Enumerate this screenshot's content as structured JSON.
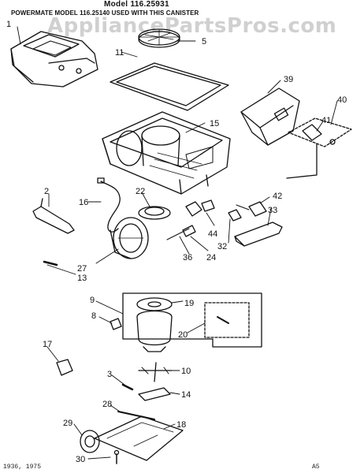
{
  "header": {
    "model_title": "Model 116.25931",
    "subtitle": "POWERMATE MODEL 116.25140 USED WITH THIS CANISTER"
  },
  "watermark": "AppliancePartsPros.com",
  "footer": {
    "left_code": "1936, 1975",
    "right_code": "A5"
  },
  "parts": [
    {
      "id": "handle-cover",
      "label": "1"
    },
    {
      "id": "filter-disc",
      "label": "5"
    },
    {
      "id": "gasket",
      "label": "11"
    },
    {
      "id": "bag-holder",
      "label": "39"
    },
    {
      "id": "bracket",
      "label": "40"
    },
    {
      "id": "screw-41",
      "label": "41"
    },
    {
      "id": "canister-body",
      "label": "15"
    },
    {
      "id": "latch",
      "label": "2"
    },
    {
      "id": "cord",
      "label": "16"
    },
    {
      "id": "ring",
      "label": "22"
    },
    {
      "id": "plug",
      "label": "42"
    },
    {
      "id": "pedal",
      "label": "33"
    },
    {
      "id": "switch-44",
      "label": "44"
    },
    {
      "id": "clip",
      "label": "32"
    },
    {
      "id": "cord-reel",
      "label": "27"
    },
    {
      "id": "pin",
      "label": "13"
    },
    {
      "id": "switch-36",
      "label": "36"
    },
    {
      "id": "switch-24",
      "label": "24"
    },
    {
      "id": "motor-assembly",
      "label": "9"
    },
    {
      "id": "washer",
      "label": "19"
    },
    {
      "id": "brush",
      "label": "8"
    },
    {
      "id": "brush-kit",
      "label": "20"
    },
    {
      "id": "foot",
      "label": "17"
    },
    {
      "id": "fan",
      "label": "10"
    },
    {
      "id": "spacer",
      "label": "3"
    },
    {
      "id": "seal",
      "label": "14"
    },
    {
      "id": "axle",
      "label": "28"
    },
    {
      "id": "wheel",
      "label": "18"
    },
    {
      "id": "base-plate",
      "label": "29"
    },
    {
      "id": "screw-30",
      "label": "30"
    }
  ],
  "colors": {
    "line": "#111111",
    "watermark": "#aaaaaa"
  }
}
